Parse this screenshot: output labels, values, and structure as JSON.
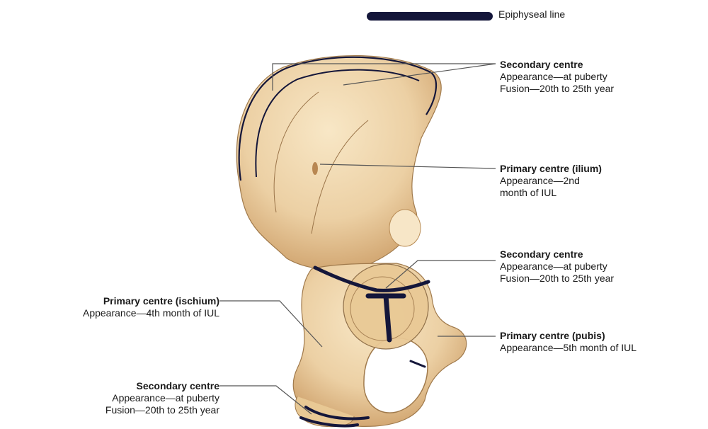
{
  "legend": {
    "label": "Epiphyseal line"
  },
  "labels": {
    "sec_crest": {
      "title": "Secondary centre",
      "line1": "Appearance—at puberty",
      "line2": "Fusion—20th to 25th year"
    },
    "prim_ilium": {
      "title": "Primary centre (ilium)",
      "line1": "Appearance—2nd",
      "line2": "month of IUL"
    },
    "sec_acetabulum": {
      "title": "Secondary centre",
      "line1": "Appearance—at puberty",
      "line2": "Fusion—20th to 25th year"
    },
    "prim_ischium": {
      "title": "Primary centre (ischium)",
      "line1": "Appearance—4th month of IUL"
    },
    "prim_pubis": {
      "title": "Primary centre (pubis)",
      "line1": "Appearance—5th month of IUL"
    },
    "sec_ischial": {
      "title": "Secondary centre",
      "line1": "Appearance—at puberty",
      "line2": "Fusion—20th to 25th year"
    }
  },
  "colors": {
    "bone_light": "#f3dcb6",
    "bone_mid": "#e6c393",
    "bone_shadow": "#c99a63",
    "epiphyseal_line": "#14163a",
    "leader": "#555555"
  }
}
